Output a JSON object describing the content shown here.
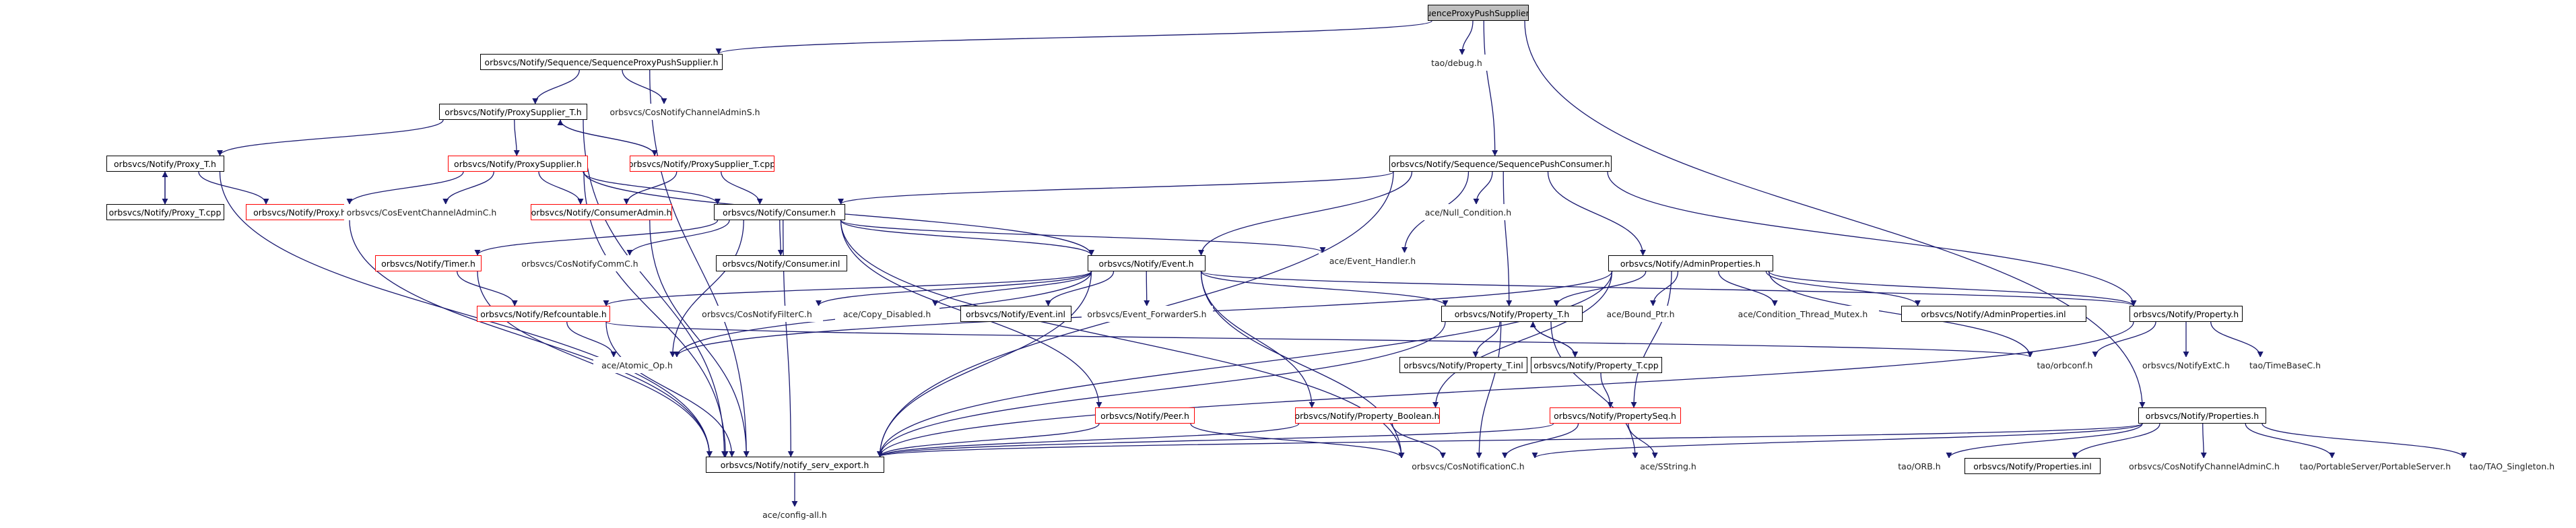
{
  "diagram": {
    "nodes": [
      {
        "id": "root",
        "label": "SequenceProxyPushSupplier.cpp",
        "style": "root"
      },
      {
        "id": "seq_supplier_h",
        "label": "orbsvcs/Notify/Sequence/SequenceProxyPushSupplier.h",
        "style": "box"
      },
      {
        "id": "tao_debug",
        "label": "tao/debug.h",
        "style": "plain"
      },
      {
        "id": "cosnotifychanneladmins",
        "label": "orbsvcs/CosNotifyChannelAdminS.h",
        "style": "plain"
      },
      {
        "id": "proxysupplier_t_h",
        "label": "orbsvcs/Notify/ProxySupplier_T.h",
        "style": "box"
      },
      {
        "id": "seq_consumer_h",
        "label": "orbsvcs/Notify/Sequence/SequencePushConsumer.h",
        "style": "box"
      },
      {
        "id": "proxy_t_h",
        "label": "orbsvcs/Notify/Proxy_T.h",
        "style": "box"
      },
      {
        "id": "proxysupplier_h",
        "label": "orbsvcs/Notify/ProxySupplier.h",
        "style": "red"
      },
      {
        "id": "proxysupplier_t_cpp",
        "label": "orbsvcs/Notify/ProxySupplier_T.cpp",
        "style": "red"
      },
      {
        "id": "proxy_t_cpp",
        "label": "orbsvcs/Notify/Proxy_T.cpp",
        "style": "box"
      },
      {
        "id": "proxy_h",
        "label": "orbsvcs/Notify/Proxy.h",
        "style": "red"
      },
      {
        "id": "coseventchanneladminc",
        "label": "orbsvcs/CosEventChannelAdminC.h",
        "style": "plain"
      },
      {
        "id": "consumeradmin_h",
        "label": "orbsvcs/Notify/ConsumerAdmin.h",
        "style": "red"
      },
      {
        "id": "consumer_h",
        "label": "orbsvcs/Notify/Consumer.h",
        "style": "box"
      },
      {
        "id": "null_condition",
        "label": "ace/Null_Condition.h",
        "style": "plain"
      },
      {
        "id": "event_handler",
        "label": "ace/Event_Handler.h",
        "style": "plain"
      },
      {
        "id": "timer_h",
        "label": "orbsvcs/Notify/Timer.h",
        "style": "red"
      },
      {
        "id": "cosnotifycommc",
        "label": "orbsvcs/CosNotifyCommC.h",
        "style": "plain"
      },
      {
        "id": "consumer_inl",
        "label": "orbsvcs/Notify/Consumer.inl",
        "style": "box"
      },
      {
        "id": "event_h",
        "label": "orbsvcs/Notify/Event.h",
        "style": "box"
      },
      {
        "id": "adminproperties_h",
        "label": "orbsvcs/Notify/AdminProperties.h",
        "style": "box"
      },
      {
        "id": "refcountable_h",
        "label": "orbsvcs/Notify/Refcountable.h",
        "style": "red"
      },
      {
        "id": "cosnotifyfilterc",
        "label": "orbsvcs/CosNotifyFilterC.h",
        "style": "plain"
      },
      {
        "id": "copy_disabled",
        "label": "ace/Copy_Disabled.h",
        "style": "plain"
      },
      {
        "id": "event_inl",
        "label": "orbsvcs/Notify/Event.inl",
        "style": "box"
      },
      {
        "id": "event_forwarders",
        "label": "orbsvcs/Event_ForwarderS.h",
        "style": "plain"
      },
      {
        "id": "property_t_h",
        "label": "orbsvcs/Notify/Property_T.h",
        "style": "box"
      },
      {
        "id": "bound_ptr",
        "label": "ace/Bound_Ptr.h",
        "style": "plain"
      },
      {
        "id": "condition_thread_mutex",
        "label": "ace/Condition_Thread_Mutex.h",
        "style": "plain"
      },
      {
        "id": "adminproperties_inl",
        "label": "orbsvcs/Notify/AdminProperties.inl",
        "style": "box"
      },
      {
        "id": "property_h",
        "label": "orbsvcs/Notify/Property.h",
        "style": "box"
      },
      {
        "id": "atomic_op",
        "label": "ace/Atomic_Op.h",
        "style": "plain"
      },
      {
        "id": "property_t_inl",
        "label": "orbsvcs/Notify/Property_T.inl",
        "style": "box"
      },
      {
        "id": "property_t_cpp",
        "label": "orbsvcs/Notify/Property_T.cpp",
        "style": "box"
      },
      {
        "id": "tao_orbconf",
        "label": "tao/orbconf.h",
        "style": "plain"
      },
      {
        "id": "cosnotifyextc",
        "label": "orbsvcs/NotifyExtC.h",
        "style": "plain"
      },
      {
        "id": "timebasec",
        "label": "tao/TimeBaseC.h",
        "style": "plain"
      },
      {
        "id": "peer_h",
        "label": "orbsvcs/Notify/Peer.h",
        "style": "red"
      },
      {
        "id": "property_boolean_h",
        "label": "orbsvcs/Notify/Property_Boolean.h",
        "style": "red"
      },
      {
        "id": "propertyseq_h",
        "label": "orbsvcs/Notify/PropertySeq.h",
        "style": "red"
      },
      {
        "id": "properties_h",
        "label": "orbsvcs/Notify/Properties.h",
        "style": "box"
      },
      {
        "id": "notify_serv_export",
        "label": "orbsvcs/Notify/notify_serv_export.h",
        "style": "box"
      },
      {
        "id": "cosnotificationc",
        "label": "orbsvcs/CosNotificationC.h",
        "style": "plain"
      },
      {
        "id": "sstring",
        "label": "ace/SString.h",
        "style": "plain"
      },
      {
        "id": "tao_orb",
        "label": "tao/ORB.h",
        "style": "plain"
      },
      {
        "id": "properties_inl",
        "label": "orbsvcs/Notify/Properties.inl",
        "style": "box"
      },
      {
        "id": "cosnotifychanneladminc",
        "label": "orbsvcs/CosNotifyChannelAdminC.h",
        "style": "plain"
      },
      {
        "id": "portableserver",
        "label": "tao/PortableServer/PortableServer.h",
        "style": "plain"
      },
      {
        "id": "tao_singleton",
        "label": "tao/TAO_Singleton.h",
        "style": "plain"
      },
      {
        "id": "config_all",
        "label": "ace/config-all.h",
        "style": "plain"
      }
    ],
    "edges": [
      [
        "root",
        "seq_supplier_h"
      ],
      [
        "root",
        "tao_debug"
      ],
      [
        "root",
        "seq_consumer_h"
      ],
      [
        "root",
        "properties_h"
      ],
      [
        "seq_supplier_h",
        "proxysupplier_t_h"
      ],
      [
        "seq_supplier_h",
        "cosnotifychanneladmins"
      ],
      [
        "seq_supplier_h",
        "notify_serv_export"
      ],
      [
        "proxysupplier_t_h",
        "proxy_t_h"
      ],
      [
        "proxysupplier_t_h",
        "proxysupplier_h"
      ],
      [
        "proxysupplier_t_h",
        "proxysupplier_t_cpp"
      ],
      [
        "proxysupplier_t_h",
        "notify_serv_export"
      ],
      [
        "proxysupplier_t_cpp",
        "proxysupplier_t_h"
      ],
      [
        "proxysupplier_t_cpp",
        "consumeradmin_h"
      ],
      [
        "proxysupplier_t_cpp",
        "consumer_h"
      ],
      [
        "proxy_t_h",
        "proxy_t_cpp"
      ],
      [
        "proxy_t_cpp",
        "proxy_t_h"
      ],
      [
        "proxy_t_h",
        "proxy_h"
      ],
      [
        "proxy_t_h",
        "notify_serv_export"
      ],
      [
        "proxy_h",
        "notify_serv_export"
      ],
      [
        "proxysupplier_h",
        "proxy_h"
      ],
      [
        "proxysupplier_h",
        "coseventchanneladminc"
      ],
      [
        "proxysupplier_h",
        "consumeradmin_h"
      ],
      [
        "proxysupplier_h",
        "consumer_h"
      ],
      [
        "proxysupplier_h",
        "event_h"
      ],
      [
        "proxysupplier_h",
        "notify_serv_export"
      ],
      [
        "consumeradmin_h",
        "notify_serv_export"
      ],
      [
        "seq_consumer_h",
        "consumer_h"
      ],
      [
        "seq_consumer_h",
        "null_condition"
      ],
      [
        "seq_consumer_h",
        "event_handler"
      ],
      [
        "seq_consumer_h",
        "event_h"
      ],
      [
        "seq_consumer_h",
        "adminproperties_h"
      ],
      [
        "seq_consumer_h",
        "property_t_h"
      ],
      [
        "seq_consumer_h",
        "property_h"
      ],
      [
        "seq_consumer_h",
        "notify_serv_export"
      ],
      [
        "consumer_h",
        "timer_h"
      ],
      [
        "consumer_h",
        "cosnotifycommc"
      ],
      [
        "consumer_h",
        "consumer_inl"
      ],
      [
        "consumer_h",
        "event_h"
      ],
      [
        "consumer_h",
        "event_handler"
      ],
      [
        "consumer_h",
        "atomic_op"
      ],
      [
        "consumer_h",
        "peer_h"
      ],
      [
        "consumer_h",
        "notify_serv_export"
      ],
      [
        "consumer_h",
        "cosnotificationc"
      ],
      [
        "timer_h",
        "refcountable_h"
      ],
      [
        "timer_h",
        "notify_serv_export"
      ],
      [
        "refcountable_h",
        "atomic_op"
      ],
      [
        "refcountable_h",
        "tao_orbconf"
      ],
      [
        "refcountable_h",
        "notify_serv_export"
      ],
      [
        "event_h",
        "refcountable_h"
      ],
      [
        "event_h",
        "cosnotifyfilterc"
      ],
      [
        "event_h",
        "copy_disabled"
      ],
      [
        "event_h",
        "event_inl"
      ],
      [
        "event_h",
        "event_forwarders"
      ],
      [
        "event_h",
        "property_t_h"
      ],
      [
        "event_h",
        "property_h"
      ],
      [
        "event_h",
        "property_boolean_h"
      ],
      [
        "event_h",
        "notify_serv_export"
      ],
      [
        "event_h",
        "cosnotificationc"
      ],
      [
        "event_h",
        "atomic_op"
      ],
      [
        "adminproperties_h",
        "property_t_h"
      ],
      [
        "adminproperties_h",
        "bound_ptr"
      ],
      [
        "adminproperties_h",
        "condition_thread_mutex"
      ],
      [
        "adminproperties_h",
        "adminproperties_inl"
      ],
      [
        "adminproperties_h",
        "property_h"
      ],
      [
        "adminproperties_h",
        "atomic_op"
      ],
      [
        "adminproperties_h",
        "tao_orbconf"
      ],
      [
        "adminproperties_h",
        "property_boolean_h"
      ],
      [
        "adminproperties_h",
        "propertyseq_h"
      ],
      [
        "adminproperties_h",
        "notify_serv_export"
      ],
      [
        "property_t_h",
        "property_t_inl"
      ],
      [
        "property_t_h",
        "property_t_cpp"
      ],
      [
        "property_t_cpp",
        "property_t_h"
      ],
      [
        "property_t_h",
        "notify_serv_export"
      ],
      [
        "property_t_h",
        "cosnotificationc"
      ],
      [
        "property_t_h",
        "sstring"
      ],
      [
        "property_t_cpp",
        "propertyseq_h"
      ],
      [
        "propertyseq_h",
        "notify_serv_export"
      ],
      [
        "propertyseq_h",
        "cosnotificationc"
      ],
      [
        "propertyseq_h",
        "sstring"
      ],
      [
        "property_h",
        "tao_orbconf"
      ],
      [
        "property_h",
        "cosnotifyextc"
      ],
      [
        "property_h",
        "timebasec"
      ],
      [
        "property_h",
        "notify_serv_export"
      ],
      [
        "peer_h",
        "notify_serv_export"
      ],
      [
        "peer_h",
        "cosnotificationc"
      ],
      [
        "property_boolean_h",
        "notify_serv_export"
      ],
      [
        "property_boolean_h",
        "cosnotificationc"
      ],
      [
        "properties_h",
        "notify_serv_export"
      ],
      [
        "properties_h",
        "cosnotificationc"
      ],
      [
        "properties_h",
        "tao_orb"
      ],
      [
        "properties_h",
        "properties_inl"
      ],
      [
        "properties_h",
        "cosnotifychanneladminc"
      ],
      [
        "properties_h",
        "portableserver"
      ],
      [
        "properties_h",
        "tao_singleton"
      ],
      [
        "notify_serv_export",
        "config_all"
      ]
    ]
  }
}
